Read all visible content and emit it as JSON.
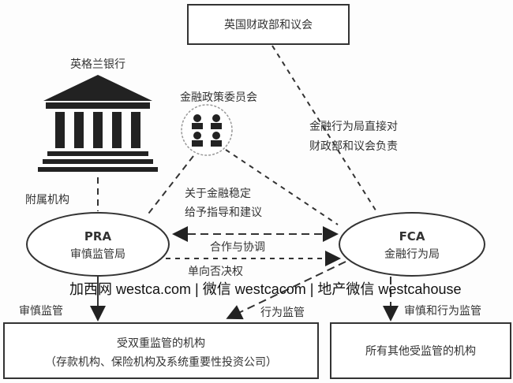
{
  "nodes": {
    "treasury": "英国财政部和议会",
    "boe": "英格兰银行",
    "fpc": "金融政策委员会",
    "pra_name": "PRA",
    "pra_desc": "审慎监管局",
    "fca_name": "FCA",
    "fca_desc": "金融行为局",
    "dual": "受双重监管的机构",
    "dual_desc": "（存款机构、保险机构及系统重要性投资公司）",
    "others": "所有其他受监管的机构"
  },
  "edges": {
    "affiliate": "附属机构",
    "fca_acc_1": "金融行为局直接对",
    "fca_acc_2": "财政部和议会负责",
    "fpc_1": "关于金融稳定",
    "fpc_2": "给予指导和建议",
    "coop": "合作与协调",
    "veto": "单向否决权",
    "pra_sup": "审慎监管",
    "fca_conduct": "行为监管",
    "fca_all": "审慎和行为监管"
  },
  "watermark": "加西网 westca.com | 微信 westcacom | 地产微信 westcahouse"
}
